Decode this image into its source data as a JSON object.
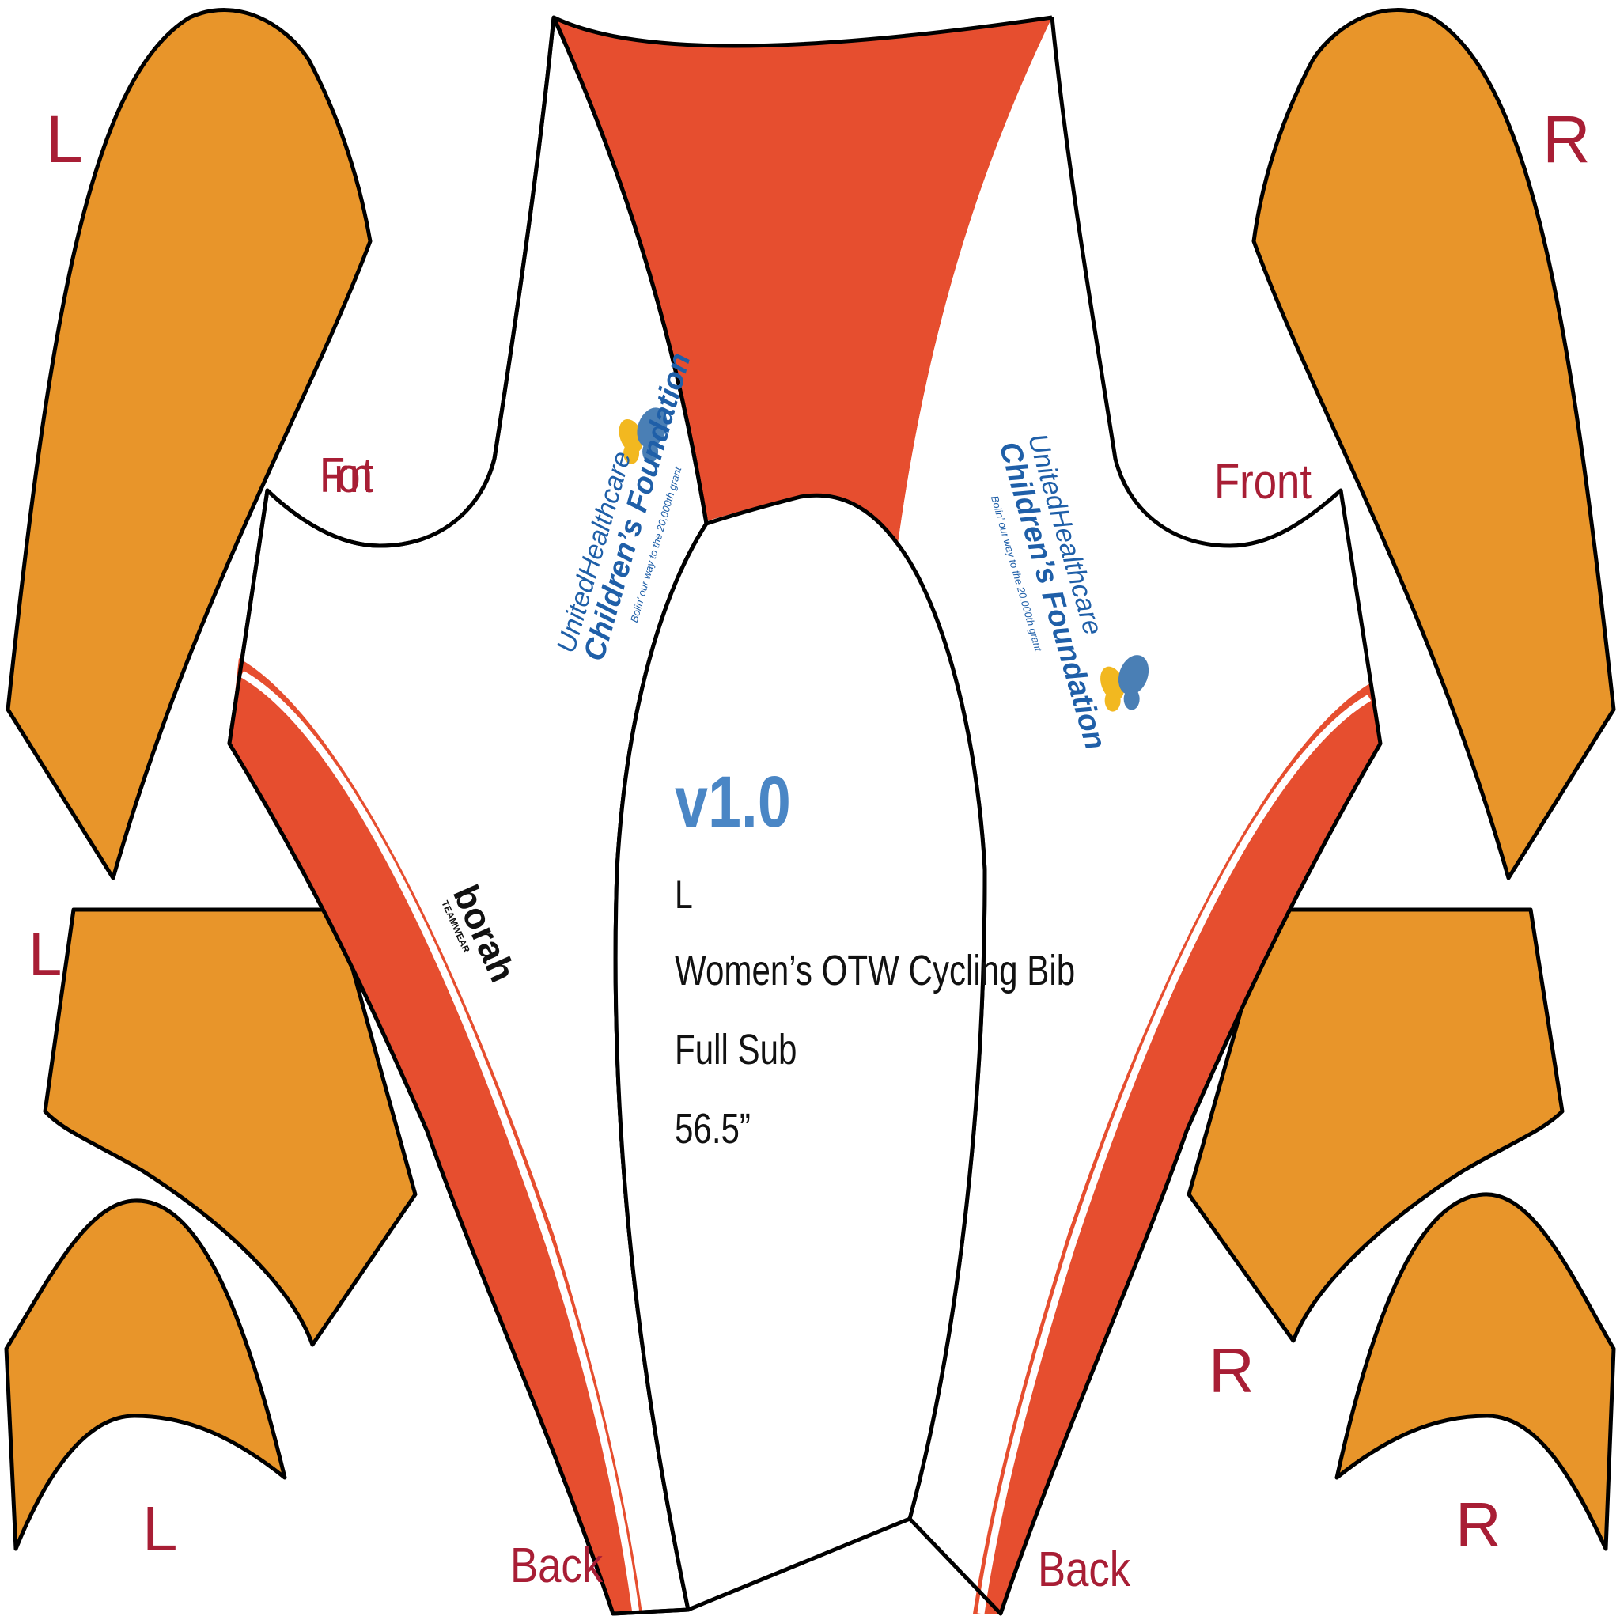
{
  "colors": {
    "orange_panel": "#E8952A",
    "red_stripe": "#E64E2F",
    "label_red": "#A81E35",
    "logo_blue": "#1F5FA8",
    "version_blue": "#4A86C5",
    "butterfly_yellow": "#F2B820",
    "butterfly_blue": "#4A7FB5",
    "outline": "#000000"
  },
  "labels": {
    "left": "L",
    "right": "R",
    "front": "Front",
    "back": "Back"
  },
  "logo": {
    "line1": "UnitedHealthcare",
    "line2": "Children’s Foundation",
    "tagline": "Bolin’ our way to the 20,000th grant"
  },
  "brand": {
    "name": "borah",
    "sub": "TEAMWEAR"
  },
  "spec": {
    "version": "v1.0",
    "size": "L",
    "product": "Women’s OTW Cycling Bib",
    "print": "Full Sub",
    "length": "56.5”"
  }
}
